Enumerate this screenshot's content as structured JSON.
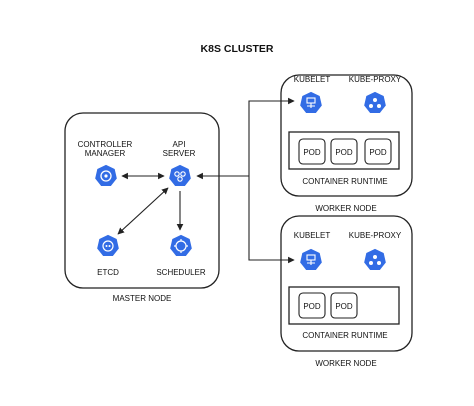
{
  "title": "K8S CLUSTER",
  "master_node": {
    "label": "MASTER NODE",
    "components": [
      {
        "id": "controller-manager",
        "label_lines": [
          "CONTROLLER",
          "MANAGER"
        ],
        "icon": "controller-manager-icon"
      },
      {
        "id": "api-server",
        "label_lines": [
          "API",
          "SERVER"
        ],
        "icon": "api-server-icon"
      },
      {
        "id": "etcd",
        "label_lines": [
          "ETCD"
        ],
        "icon": "etcd-icon"
      },
      {
        "id": "scheduler",
        "label_lines": [
          "SCHEDULER"
        ],
        "icon": "scheduler-icon"
      }
    ]
  },
  "worker_nodes": [
    {
      "label": "WORKER NODE",
      "kubelet_label": "KUBELET",
      "kube_proxy_label": "KUBE-PROXY",
      "runtime_label": "CONTAINER RUNTIME",
      "pods": [
        "POD",
        "POD",
        "POD"
      ]
    },
    {
      "label": "WORKER NODE",
      "kubelet_label": "KUBELET",
      "kube_proxy_label": "KUBE-PROXY",
      "runtime_label": "CONTAINER RUNTIME",
      "pods": [
        "POD",
        "POD"
      ]
    }
  ],
  "colors": {
    "icon_fill": "#326ce5",
    "icon_stroke": "#ffffff",
    "line": "#222222"
  }
}
